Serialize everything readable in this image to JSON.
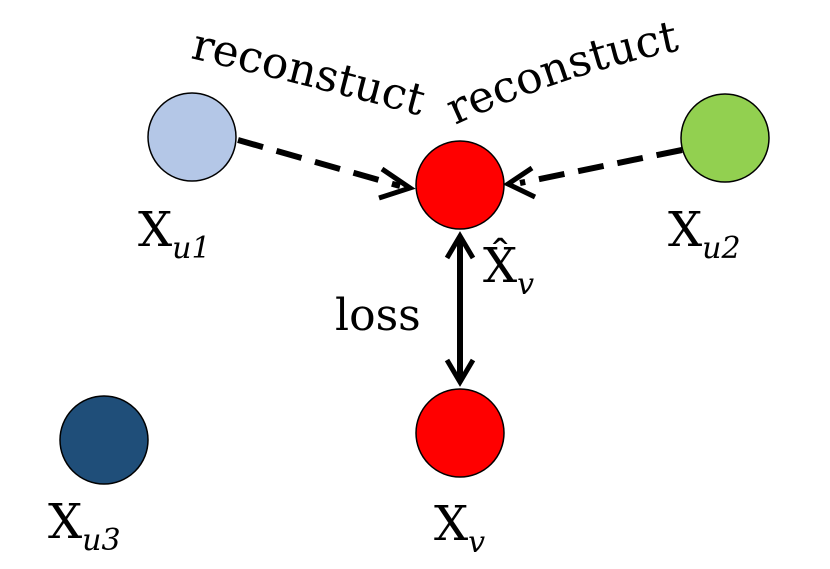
{
  "diagram": {
    "colors": {
      "u1": "#b4c7e7",
      "u2": "#92d050",
      "u3": "#1f4e79",
      "v": "#ff0000",
      "stroke": "#000000"
    },
    "nodes": {
      "u1": {
        "symbol": "X",
        "sub": "u1"
      },
      "u2": {
        "symbol": "X",
        "sub": "u2"
      },
      "u3": {
        "symbol": "X",
        "sub": "u3"
      },
      "v_hat": {
        "symbol": "X̂",
        "sub": "v"
      },
      "v": {
        "symbol": "X",
        "sub": "v"
      }
    },
    "edges": {
      "reconstruct_left": "reconstuct",
      "reconstruct_right": "reconstuct",
      "loss": "loss"
    }
  }
}
